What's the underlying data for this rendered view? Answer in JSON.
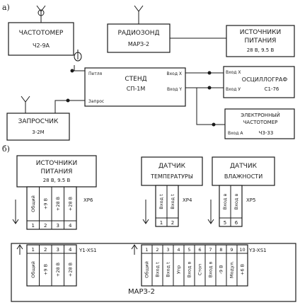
{
  "section_a": "а)",
  "section_b": "б)",
  "top": {
    "freq_title": "ЧАСТОТОМЕР",
    "freq_model": "Ч2-9А",
    "radiosonde_title": "РАДИОЗОНД",
    "radiosonde_model": "МАРЗ-2",
    "power_title": "ИСТОЧНИКИ",
    "power_title2": "ПИТАНИЯ",
    "power_volts": "28 В, 9.5 В",
    "stand_title": "СТЕНД",
    "stand_model": "СП-1М",
    "stand_loop": "Петля",
    "stand_query": "Запрос",
    "stand_in_x": "Вход X",
    "stand_in_y": "Вход Y",
    "interrogator_title": "ЗАПРОСЧИК",
    "interrogator_model": "3-2М",
    "osc_in_x": "Вход X",
    "osc_title": "ОСЦИЛЛОГРАФ",
    "osc_in_y": "Вход У",
    "osc_model": "С1-76",
    "ecount_title": "ЭЛЕКТРОННЫЙ",
    "ecount_title2": "ЧАСТОТОМЕР",
    "ecount_in_a": "Вход А",
    "ecount_model": "Ч3-33"
  },
  "bottom": {
    "power_title": "ИСТОЧНИКИ",
    "power_title2": "ПИТАНИЯ",
    "power_volts": "28 В, 9.5 В",
    "xp6": "ХР6",
    "xp6_pins": [
      {
        "num": "1",
        "label": "Общий"
      },
      {
        "num": "2",
        "label": "+9 В"
      },
      {
        "num": "3",
        "label": "+28 В"
      },
      {
        "num": "4",
        "label": "+28 В"
      }
    ],
    "temp_title": "ДАТЧИК",
    "temp_title2": "ТЕМПЕРАТУРЫ",
    "xp4": "ХР4",
    "xp4_pins": [
      {
        "num": "1",
        "label": "Вход t"
      },
      {
        "num": "2",
        "label": "Вход t"
      }
    ],
    "hum_title": "ДАТЧИК",
    "hum_title2": "ВЛАЖНОСТИ",
    "xp5": "ХР5",
    "xp5_pins": [
      {
        "num": "5",
        "label": "Вход в"
      },
      {
        "num": "6",
        "label": "Вход в"
      }
    ],
    "y1_label": "Y1-XS1",
    "y1_pins": [
      {
        "num": "1",
        "label": "Общий"
      },
      {
        "num": "2",
        "label": "+9 В"
      },
      {
        "num": "3",
        "label": "+28 В"
      },
      {
        "num": "4",
        "label": "+28 В"
      }
    ],
    "y3_label": "Y3-XS1",
    "y3_pins": [
      {
        "num": "1",
        "label": "Общий"
      },
      {
        "num": "2",
        "label": "Вход t"
      },
      {
        "num": "3",
        "label": "Вход t"
      },
      {
        "num": "4",
        "label": "Упр"
      },
      {
        "num": "5",
        "label": "Вход в"
      },
      {
        "num": "6",
        "label": "Стоп"
      },
      {
        "num": "7",
        "label": "Вход в"
      },
      {
        "num": "8",
        "label": "-9 В"
      },
      {
        "num": "9",
        "label": "Модул."
      },
      {
        "num": "10",
        "label": "+6 В"
      }
    ],
    "marz_label": "МАРЗ-2"
  }
}
